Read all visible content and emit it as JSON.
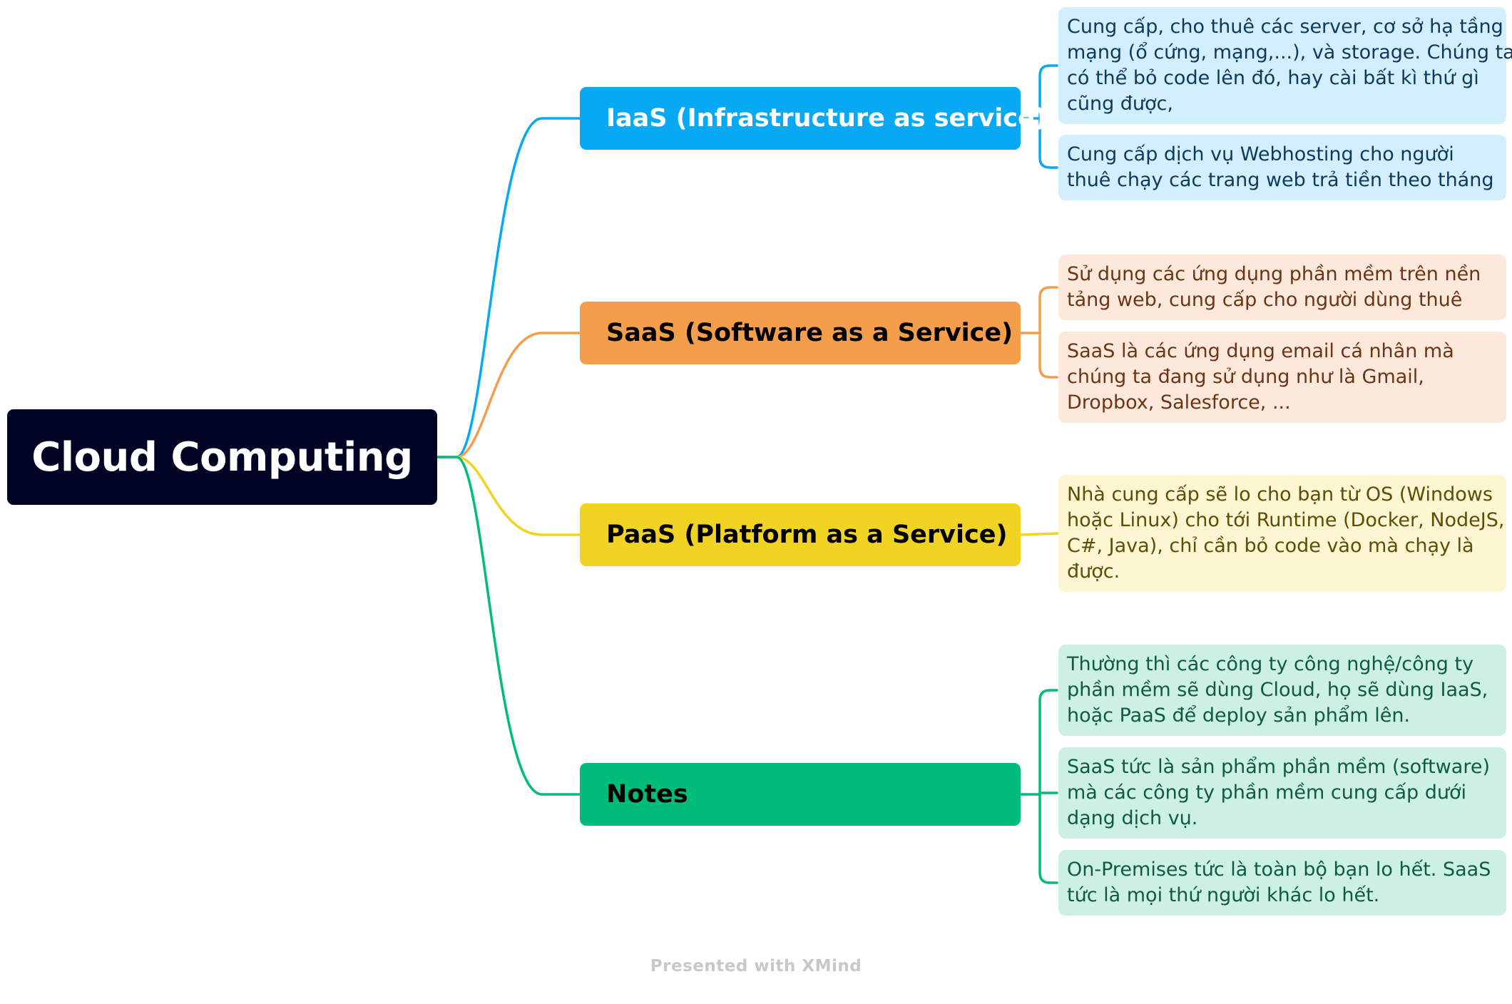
{
  "root": {
    "label": "Cloud Computing",
    "color": "#000324"
  },
  "topics": [
    {
      "label": "IaaS (Infrastructure as service)",
      "color": "#07a9f2",
      "text_color": "#ffffff",
      "sub_bg": "#d3eefc",
      "sub_text": "#0c3a5c",
      "subtopics": [
        {
          "lines": [
            "Cung cấp, cho thuê các server, cơ sở hạ tầng",
            "mạng (ổ cứng, mạng,...), và storage. Chúng ta",
            "có thể bỏ code lên đó, hay cài bất kì thứ gì",
            "cũng được,"
          ]
        },
        {
          "lines": [
            "Cung cấp dịch vụ Webhosting cho người",
            "thuê chạy các trang web trả tiền theo tháng"
          ]
        }
      ]
    },
    {
      "label": "SaaS (Software as a Service)",
      "color": "#f49e4c",
      "text_color": "#000000",
      "sub_bg": "#fde9dc",
      "sub_text": "#6b3515",
      "subtopics": [
        {
          "lines": [
            "Sử dụng các ứng dụng phần mềm trên nền",
            "tảng web, cung cấp cho người dùng thuê"
          ]
        },
        {
          "lines": [
            "SaaS là các ứng dụng email cá nhân mà",
            "chúng ta đang sử dụng như là Gmail,",
            "Dropbox, Salesforce, ..."
          ]
        }
      ]
    },
    {
      "label": "PaaS (Platform as a Service)",
      "color": "#f1d324",
      "text_color": "#000000",
      "sub_bg": "#fcf6d3",
      "sub_text": "#5d4d06",
      "subtopics": [
        {
          "lines": [
            "Nhà cung cấp sẽ lo cho bạn từ OS (Windows",
            "hoặc Linux) cho tới Runtime (Docker, NodeJS,",
            "C#, Java), chỉ cần bỏ code vào mà chạy là",
            "được."
          ]
        }
      ]
    },
    {
      "label": "Notes",
      "color": "#00bc7b",
      "text_color": "#000000",
      "sub_bg": "#ccf1e3",
      "sub_text": "#0e5c3c",
      "subtopics": [
        {
          "lines": [
            "Thường thì các công ty công nghệ/công ty",
            "phần mềm sẽ dùng Cloud, họ sẽ dùng IaaS,",
            "hoặc PaaS để deploy sản phẩm lên."
          ]
        },
        {
          "lines": [
            "SaaS tức là sản phẩm phần mềm (software)",
            "mà các công ty phần mềm cung cấp dưới",
            "dạng dịch vụ."
          ]
        },
        {
          "lines": [
            "On-Premises tức là toàn bộ bạn lo hết. SaaS",
            "tức là mọi thứ người khác lo hết."
          ]
        }
      ]
    }
  ],
  "footer": "Presented with XMind"
}
